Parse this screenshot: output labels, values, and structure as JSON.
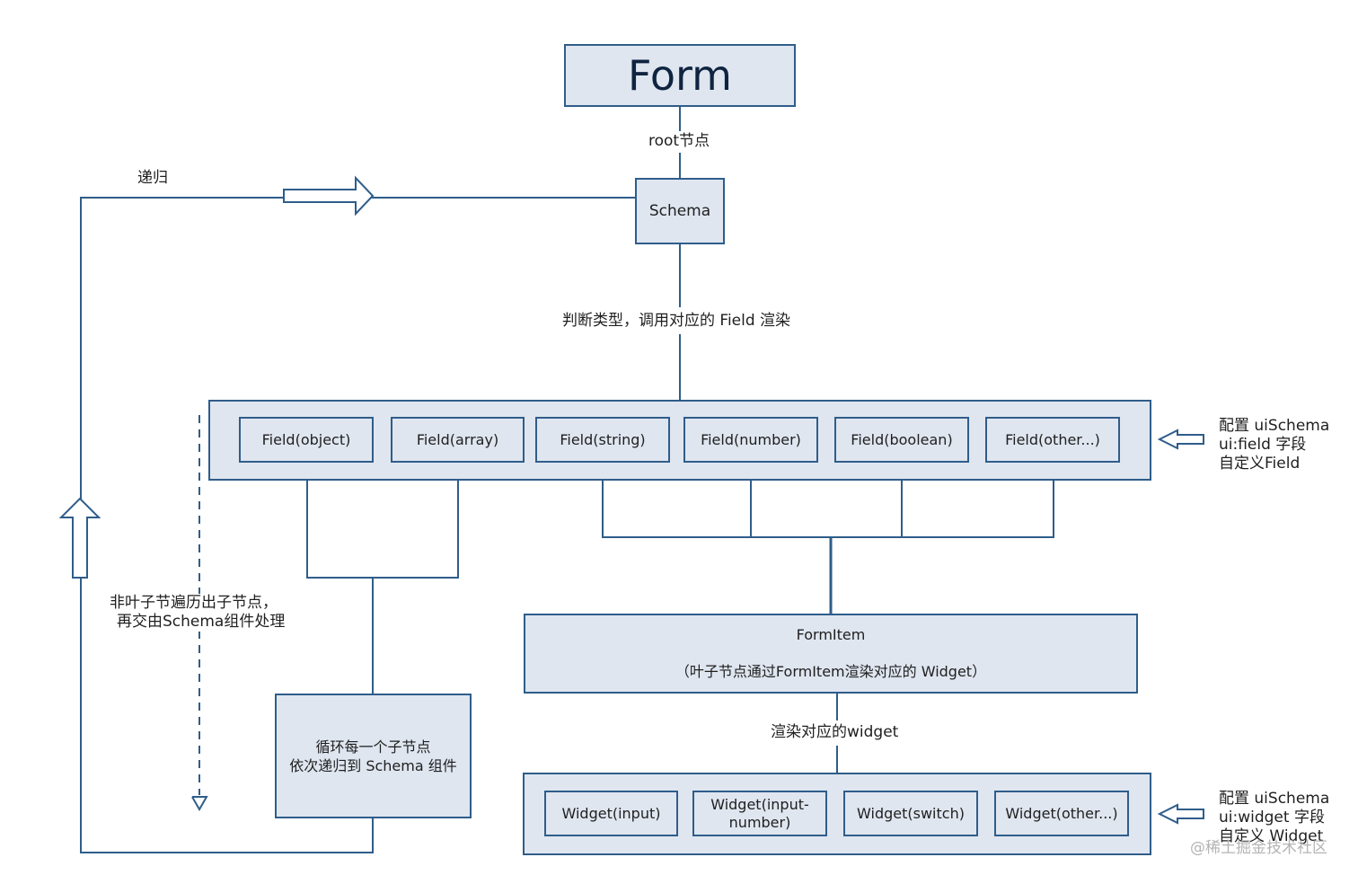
{
  "form": {
    "title": "Form"
  },
  "root_label": "root节点",
  "schema": {
    "label": "Schema"
  },
  "recursion_label": "递归",
  "judge_label": "判断类型，调用对应的 Field 渲染",
  "fields": [
    "Field(object)",
    "Field(array)",
    "Field(string)",
    "Field(number)",
    "Field(boolean)",
    "Field(other...)"
  ],
  "field_note": [
    "配置 uiSchema",
    "ui:field 字段",
    "自定义Field"
  ],
  "non_leaf_note": [
    "非叶子节遍历出子节点，",
    "再交由Schema组件处理"
  ],
  "loop_box": [
    "循环每一个子节点",
    "依次递归到 Schema 组件"
  ],
  "formitem": {
    "title": "FormItem",
    "subtitle": "（叶子节点通过FormItem渲染对应的 Widget）"
  },
  "render_widget_label": "渲染对应的widget",
  "widgets": [
    "Widget(input)",
    "Widget(input-number)",
    "Widget(switch)",
    "Widget(other...)"
  ],
  "widget_note": [
    "配置 uiSchema",
    "ui:widget 字段",
    "自定义 Widget"
  ],
  "watermark": "@稀土掘金技术社区",
  "colors": {
    "box_fill": "#dfe6f0",
    "line": "#2f5d8a"
  }
}
